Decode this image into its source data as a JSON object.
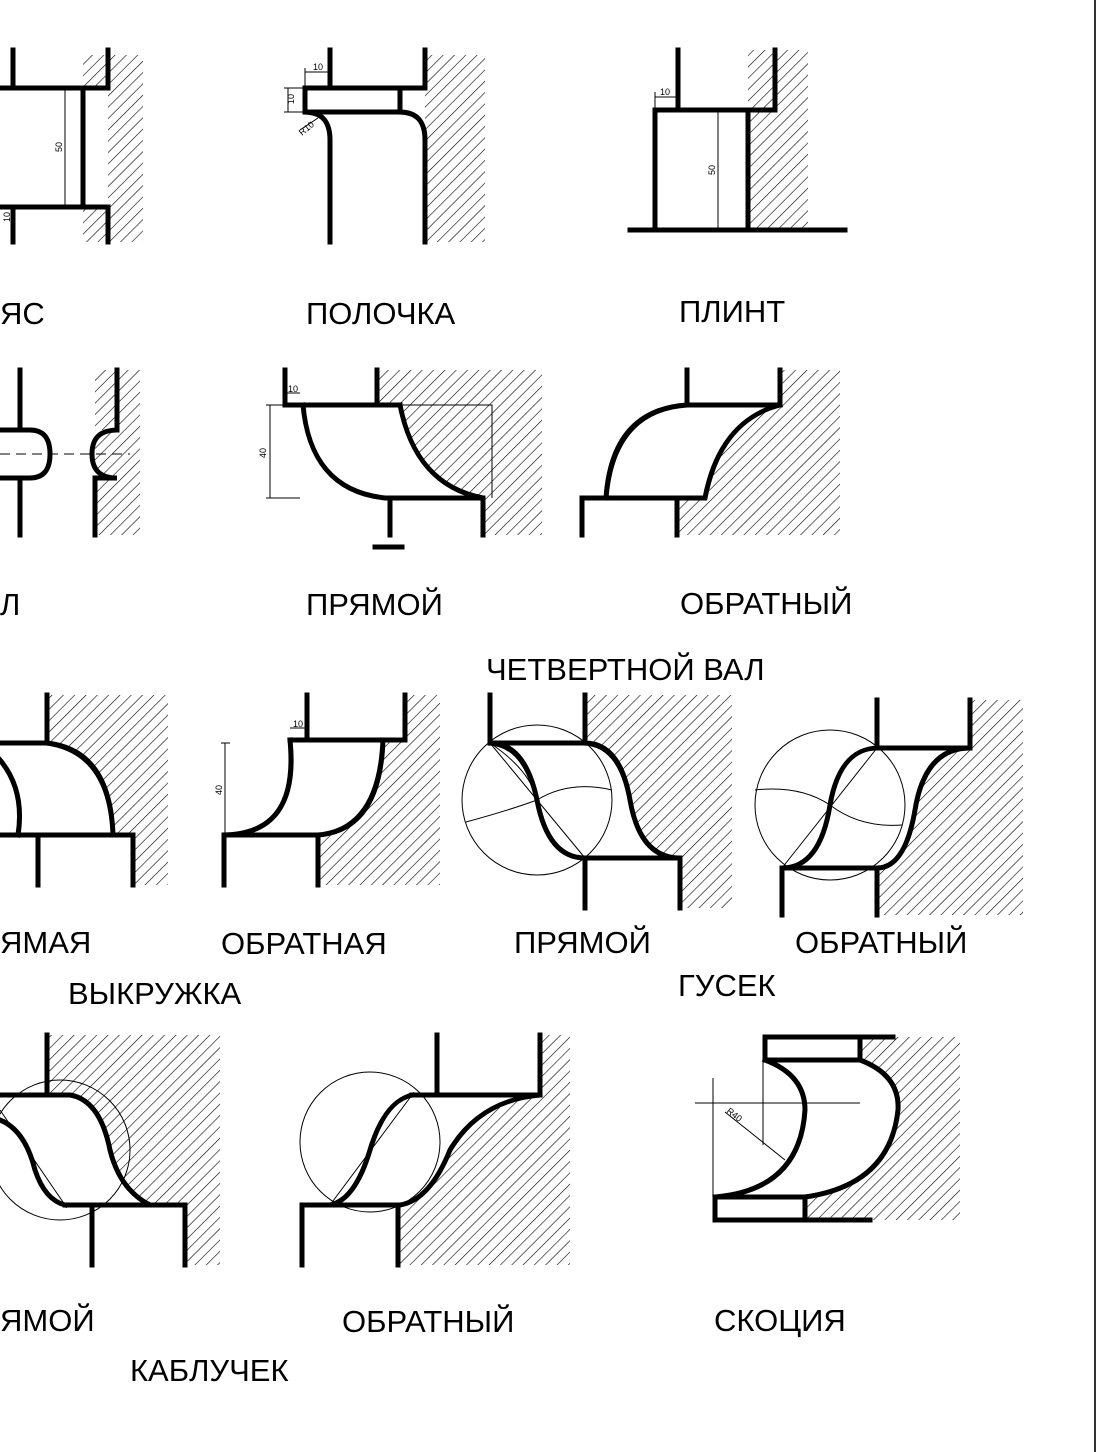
{
  "labels": {
    "poyas": "ЯС",
    "polochka": "ПОЛОЧКА",
    "plint": "ПЛИНТ",
    "val": "Л",
    "chv_pryamoy": "ПРЯМОЙ",
    "chv_obratny": "ОБРАТНЫЙ",
    "chv_group": "ЧЕТВЕРТНОЙ ВАЛ",
    "vykr_pryamaya": "ЯМАЯ",
    "vykr_obratnaya": "ОБРАТНАЯ",
    "vykr_group": "ВЫКРУЖКА",
    "gusek_pryamoy": "ПРЯМОЙ",
    "gusek_obratny": "ОБРАТНЫЙ",
    "gusek_group": "ГУСЕК",
    "kabl_pryamoy": "ЯМОЙ",
    "kabl_obratny": "ОБРАТНЫЙ",
    "kabl_group": "КАБЛУЧЕК",
    "skotsiya": "СКОЦИЯ"
  },
  "dimensions": {
    "poyas_height": "50",
    "poyas_offset": "10",
    "polochka_width": "10",
    "polochka_height": "10",
    "polochka_radius": "R10",
    "plint_offset": "10",
    "plint_height": "50",
    "chv_offset": "10",
    "chv_height": "40",
    "vykr_offset": "10",
    "vykr_height": "40",
    "skotsiya_radius": "R40"
  }
}
